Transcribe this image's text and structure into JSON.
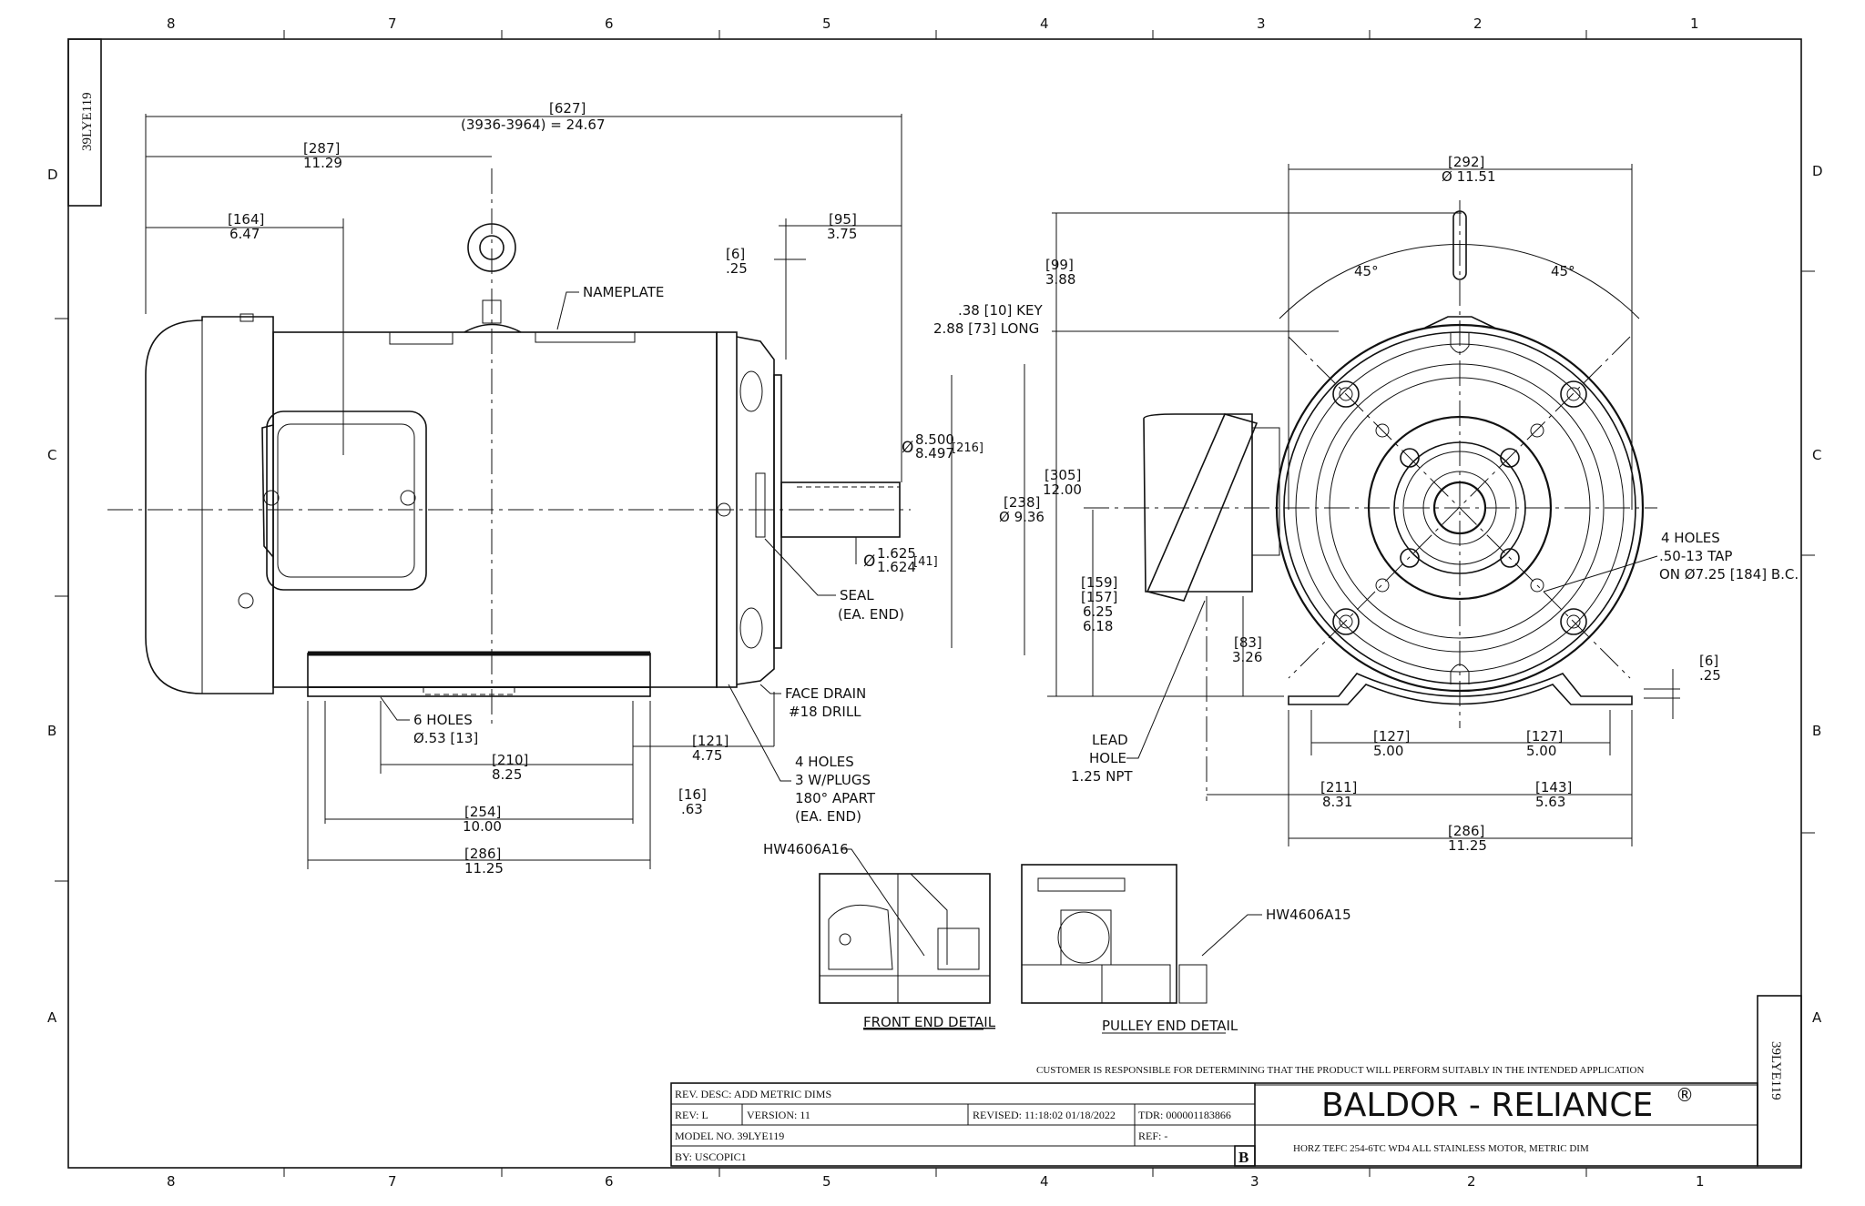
{
  "sheet": {
    "drawing_id": "39LYE119",
    "zones_horizontal": [
      "8",
      "7",
      "6",
      "5",
      "4",
      "3",
      "2",
      "1"
    ],
    "zones_vertical": [
      "D",
      "C",
      "B",
      "A"
    ]
  },
  "side_view": {
    "overall_length": {
      "metric": "[627]",
      "imperial": "(3936-3964) = 24.67"
    },
    "to_lift": {
      "metric": "[287]",
      "imperial": "11.29"
    },
    "to_box": {
      "metric": "[164]",
      "imperial": "6.47"
    },
    "shaft_length": {
      "metric": "[95]",
      "imperial": "3.75"
    },
    "face_gap": {
      "metric": "[6]",
      "imperial": ".25"
    },
    "key_note": [
      ".38 [10] KEY",
      "2.88 [73] LONG"
    ],
    "pilot_dia": {
      "prefix": "Ø",
      "upper": "8.500",
      "lower": "8.497",
      "metric": "[216]"
    },
    "shaft_dia": {
      "prefix": "Ø",
      "upper": "1.625",
      "lower": "1.624",
      "metric": "[41]"
    },
    "face_dia": {
      "metric": "[238]",
      "imperial": "Ø 9.36"
    },
    "nameplate_label": "NAMEPLATE",
    "seal_note": [
      "SEAL",
      "(EA. END)"
    ],
    "face_drain_note": [
      "FACE DRAIN",
      "#18 DRILL"
    ],
    "four_holes_note": [
      "4 HOLES",
      "3 W/PLUGS",
      "180° APART",
      "(EA. END)"
    ],
    "six_holes_note": [
      "6 HOLES",
      "Ø.53 [13]"
    ],
    "foot_to_face": {
      "metric": "[121]",
      "imperial": "4.75"
    },
    "foot_hole_spacing": {
      "metric": "[210]",
      "imperial": "8.25"
    },
    "foot_offset": {
      "metric": "[16]",
      "imperial": ".63"
    },
    "foot_span": {
      "metric": "[254]",
      "imperial": "10.00"
    },
    "base_length": {
      "metric": "[286]",
      "imperial": "11.25"
    }
  },
  "end_view": {
    "frame_dia": {
      "metric": "[292]",
      "imperial": "Ø 11.51"
    },
    "angle_left": "45°",
    "angle_right": "45°",
    "lift_height": {
      "metric": "[99]",
      "imperial": "3.88"
    },
    "overall_height": {
      "metric": "[305]",
      "imperial": "12.00"
    },
    "shaft_height": {
      "metric_upper": "[159]",
      "metric_lower": "[157]",
      "imperial_upper": "6.25",
      "imperial_lower": "6.18"
    },
    "lead_height": {
      "metric": "[83]",
      "imperial": "3.26"
    },
    "lead_hole_note": [
      "LEAD",
      "HOLE",
      "1.25 NPT"
    ],
    "tap_note": [
      "4 HOLES",
      ".50-13 TAP",
      "ON Ø7.25 [184] B.C."
    ],
    "foot_thickness": {
      "metric": "[6]",
      "imperial": ".25"
    },
    "half_span_left": {
      "metric": "[127]",
      "imperial": "5.00"
    },
    "half_span_right": {
      "metric": "[127]",
      "imperial": "5.00"
    },
    "lead_to_center": {
      "metric": "[211]",
      "imperial": "8.31"
    },
    "center_to_edge": {
      "metric": "[143]",
      "imperial": "5.63"
    },
    "base_width": {
      "metric": "[286]",
      "imperial": "11.25"
    }
  },
  "details": {
    "front": {
      "title": "FRONT END DETAIL",
      "part": "HW4606A16"
    },
    "pulley": {
      "title": "PULLEY END DETAIL",
      "part": "HW4606A15"
    }
  },
  "title_block": {
    "disclaimer": "CUSTOMER IS RESPONSIBLE FOR DETERMINING THAT THE PRODUCT WILL PERFORM SUITABLY IN THE INTENDED APPLICATION",
    "rev_desc": "REV. DESC: ADD METRIC DIMS",
    "rev": "REV:  L",
    "version": "VERSION:  11",
    "revised": "REVISED:  11:18:02 01/18/2022",
    "tdr": "TDR: 000001183866",
    "model_no": "MODEL NO.   39LYE119",
    "ref": "REF:  -",
    "by": "BY: USCOPIC1",
    "size": "B",
    "brand": "BALDOR - RELIANCE",
    "brand_mark": "®",
    "description": "HORZ TEFC 254-6TC WD4 ALL STAINLESS MOTOR, METRIC DIM"
  }
}
